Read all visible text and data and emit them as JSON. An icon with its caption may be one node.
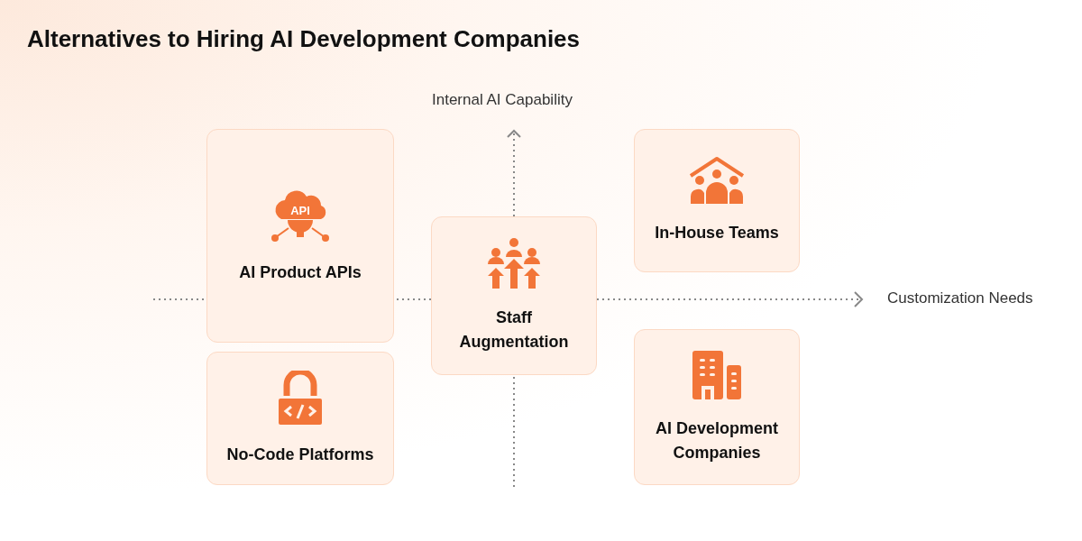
{
  "diagram": {
    "title": "Alternatives to Hiring AI Development Companies",
    "nodes": [
      {
        "text": [
          "AI Product APIs"
        ]
      },
      {
        "text": [
          "No-Code Platforms"
        ]
      },
      {
        "text": [
          "Staff Augmentation"
        ]
      },
      {
        "text": [
          "In-House Teams"
        ]
      },
      {
        "text": [
          "AI Development Companies"
        ]
      }
    ],
    "labels": [
      "Internal AI Capability",
      "API",
      "Customization Needs"
    ]
  }
}
